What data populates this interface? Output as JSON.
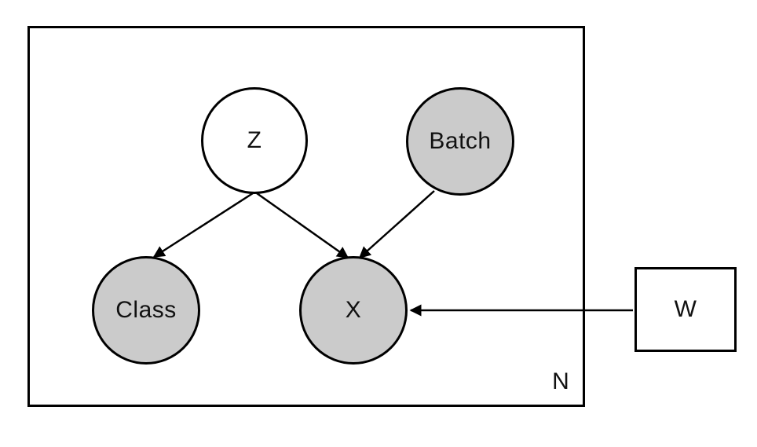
{
  "diagram": {
    "kind": "probabilistic-graphical-model-plate-notation",
    "plate": {
      "label": "N"
    },
    "nodes": [
      {
        "id": "Z",
        "label": "Z",
        "shape": "circle",
        "observed": false
      },
      {
        "id": "Batch",
        "label": "Batch",
        "shape": "circle",
        "observed": true
      },
      {
        "id": "Class",
        "label": "Class",
        "shape": "circle",
        "observed": true
      },
      {
        "id": "X",
        "label": "X",
        "shape": "circle",
        "observed": true
      },
      {
        "id": "W",
        "label": "W",
        "shape": "square",
        "observed": false
      }
    ],
    "edges": [
      {
        "from": "Z",
        "to": "Class"
      },
      {
        "from": "Z",
        "to": "X"
      },
      {
        "from": "Batch",
        "to": "X"
      },
      {
        "from": "W",
        "to": "X"
      }
    ]
  },
  "colors": {
    "observed_fill": "#CBCBCB",
    "latent_fill": "#FFFFFF",
    "stroke": "#000000",
    "background": "#FFFFFF"
  }
}
